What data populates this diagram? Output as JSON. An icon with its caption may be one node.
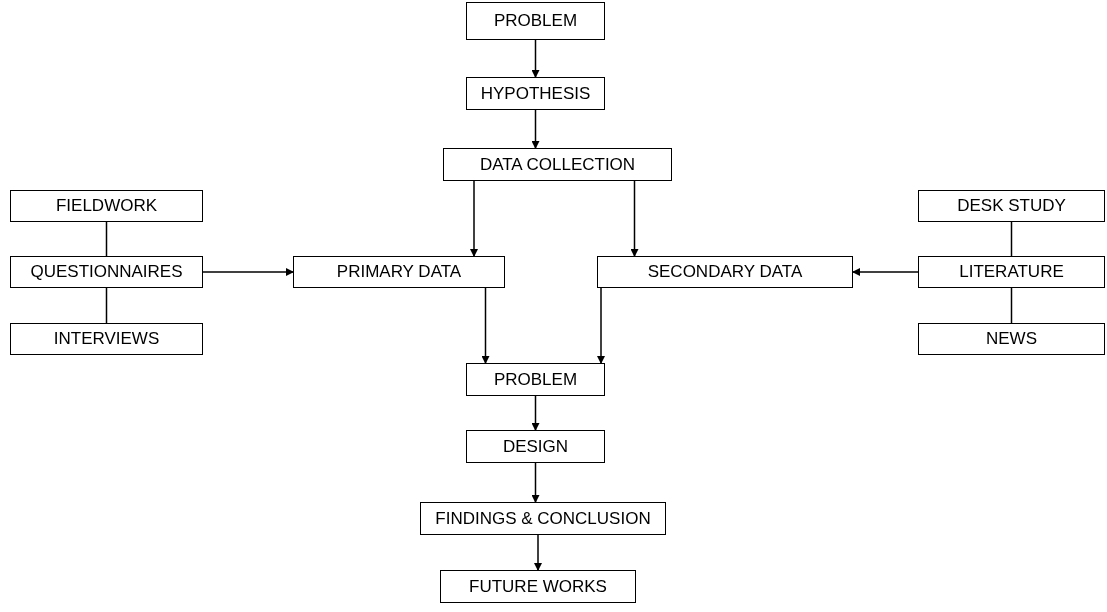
{
  "diagram": {
    "nodes": [
      {
        "text": [
          "PROBLEM"
        ]
      },
      {
        "text": [
          "HYPOTHESIS"
        ]
      },
      {
        "text": [
          "DATA COLLECTION"
        ]
      },
      {
        "text": [
          "FIELDWORK"
        ]
      },
      {
        "text": [
          "QUESTIONNAIRES"
        ]
      },
      {
        "text": [
          "INTERVIEWS"
        ]
      },
      {
        "text": [
          "PRIMARY DATA"
        ]
      },
      {
        "text": [
          "SECONDARY DATA"
        ]
      },
      {
        "text": [
          "DESK STUDY"
        ]
      },
      {
        "text": [
          "LITERATURE"
        ]
      },
      {
        "text": [
          "NEWS"
        ]
      },
      {
        "text": [
          "PROBLEM"
        ]
      },
      {
        "text": [
          "DESIGN"
        ]
      },
      {
        "text": [
          "FINDINGS & CONCLUSION"
        ]
      },
      {
        "text": [
          "FUTURE WORKS"
        ]
      }
    ],
    "edges": [
      {
        "from": 0,
        "to": 1,
        "arrow": "to"
      },
      {
        "from": 1,
        "to": 2,
        "arrow": "to"
      },
      {
        "from": 2,
        "to": 6,
        "arrow": "to"
      },
      {
        "from": 2,
        "to": 7,
        "arrow": "to"
      },
      {
        "from": 3,
        "to": 4,
        "arrow": "none"
      },
      {
        "from": 4,
        "to": 5,
        "arrow": "none"
      },
      {
        "from": 4,
        "to": 6,
        "arrow": "to"
      },
      {
        "from": 8,
        "to": 9,
        "arrow": "none"
      },
      {
        "from": 9,
        "to": 10,
        "arrow": "none"
      },
      {
        "from": 9,
        "to": 7,
        "arrow": "to"
      },
      {
        "from": 6,
        "to": 11,
        "arrow": "to"
      },
      {
        "from": 7,
        "to": 11,
        "arrow": "to"
      },
      {
        "from": 11,
        "to": 12,
        "arrow": "to"
      },
      {
        "from": 12,
        "to": 13,
        "arrow": "to"
      },
      {
        "from": 13,
        "to": 14,
        "arrow": "to"
      }
    ]
  }
}
